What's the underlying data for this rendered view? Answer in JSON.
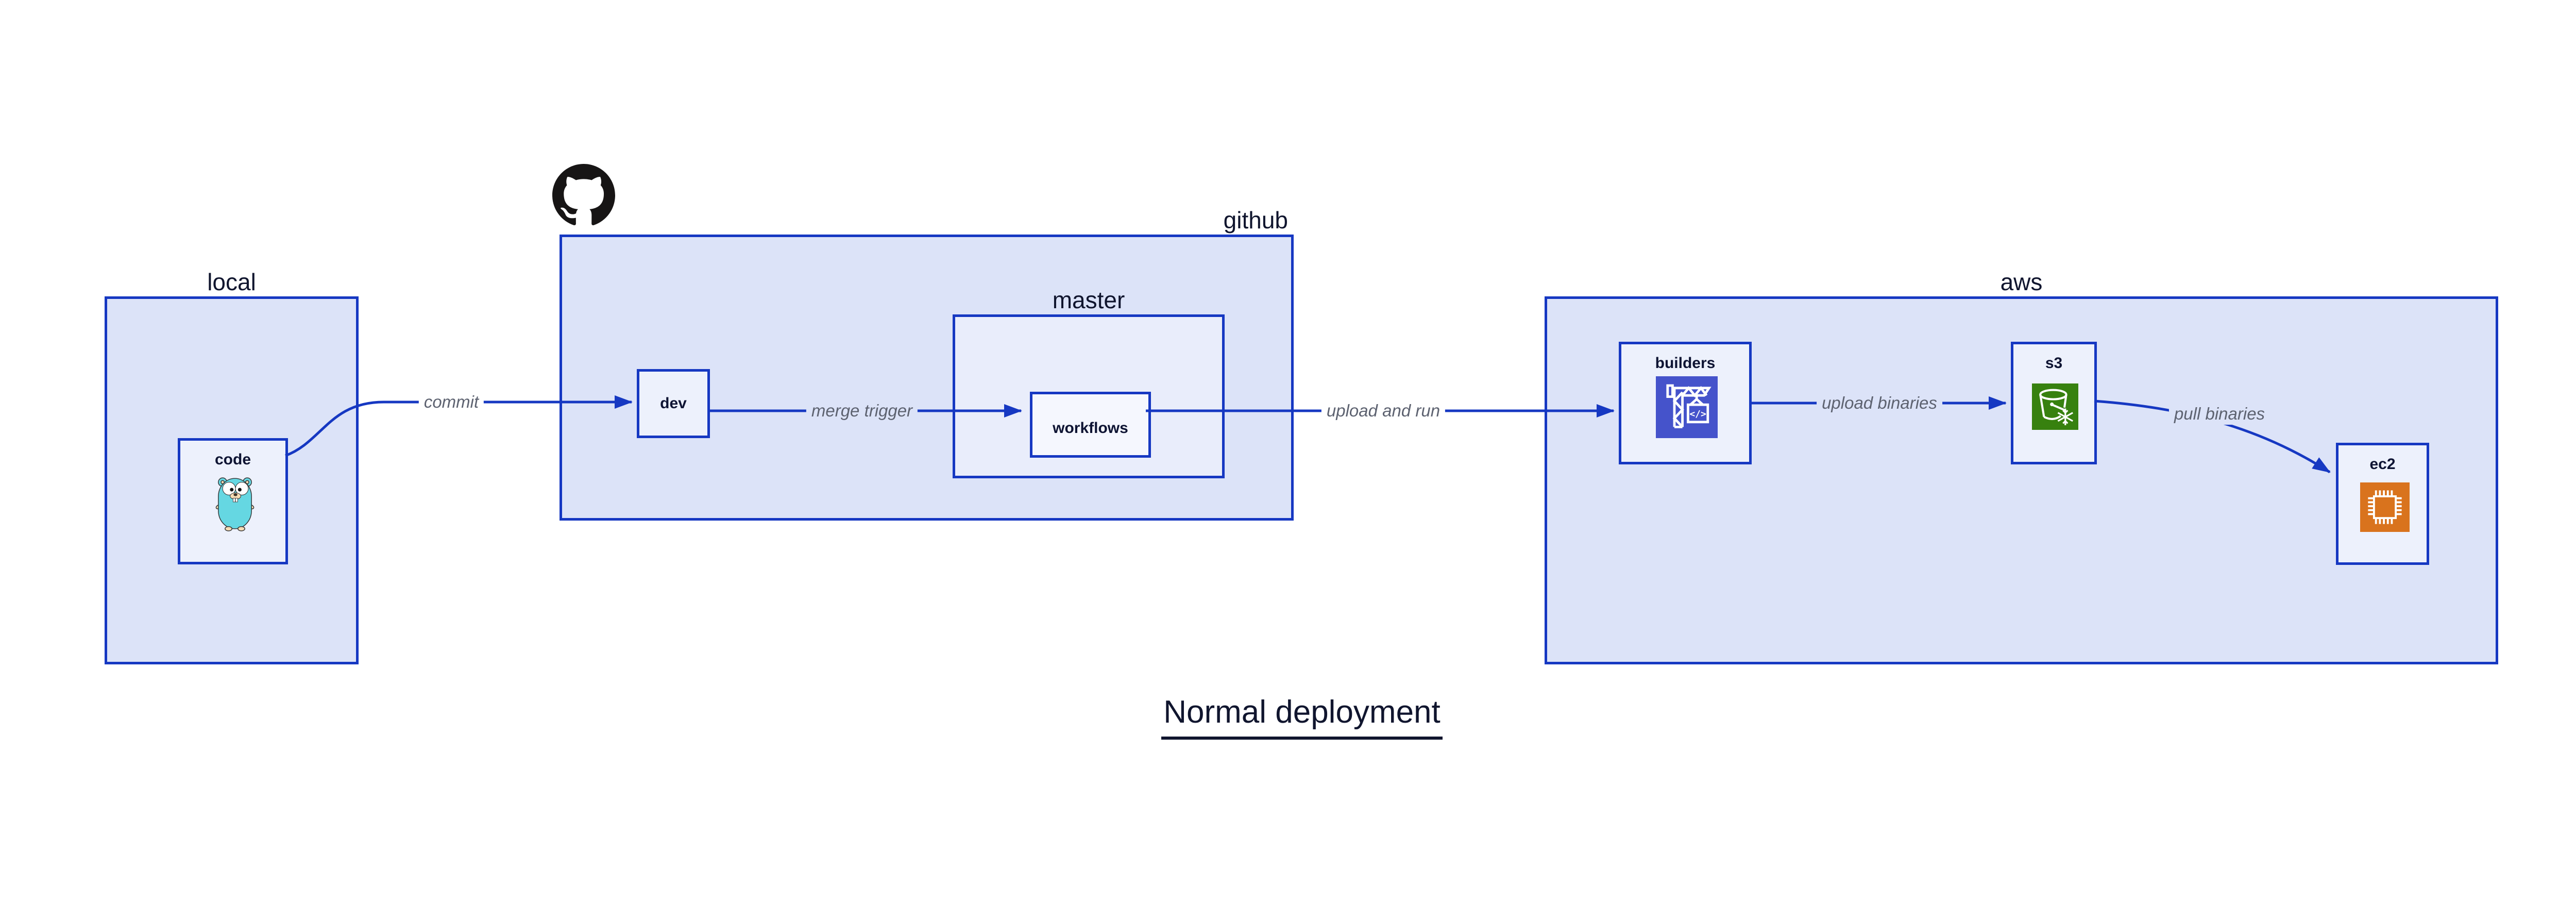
{
  "title": "Normal deployment",
  "containers": {
    "local": {
      "label": "local"
    },
    "github": {
      "label": "github"
    },
    "master": {
      "label": "master"
    },
    "aws": {
      "label": "aws"
    }
  },
  "nodes": {
    "code": {
      "label": "code",
      "icon": "go-gopher-icon"
    },
    "dev": {
      "label": "dev"
    },
    "workflows": {
      "label": "workflows"
    },
    "builders": {
      "label": "builders",
      "icon": "crane-code-icon",
      "icon_glyph": "</>"
    },
    "s3": {
      "label": "s3",
      "icon": "s3-bucket-snowflake-icon"
    },
    "ec2": {
      "label": "ec2",
      "icon": "cpu-chip-icon"
    }
  },
  "edges": [
    {
      "from": "code",
      "to": "dev",
      "label": "commit"
    },
    {
      "from": "dev",
      "to": "workflows",
      "label": "merge trigger"
    },
    {
      "from": "workflows",
      "to": "builders",
      "label": "upload and run"
    },
    {
      "from": "builders",
      "to": "s3",
      "label": "upload binaries"
    },
    {
      "from": "s3",
      "to": "ec2",
      "label": "pull binaries"
    }
  ],
  "logo": {
    "name": "github-logo"
  },
  "colors": {
    "edge_blue": "#1638C2",
    "container_fill": "#dce3f8",
    "node_fill": "#edf1fc",
    "master_fill": "#e9edfb",
    "workflows_fill": "#f5f7fe",
    "text_dark": "#0e1433",
    "edge_label_gray": "#5d6270",
    "builders_icon_bg": "#4553CB",
    "s3_icon_bg": "#37810F",
    "ec2_icon_bg": "#D9731D",
    "github_logo_black": "#171515",
    "gopher_teal": "#65D7E2"
  }
}
